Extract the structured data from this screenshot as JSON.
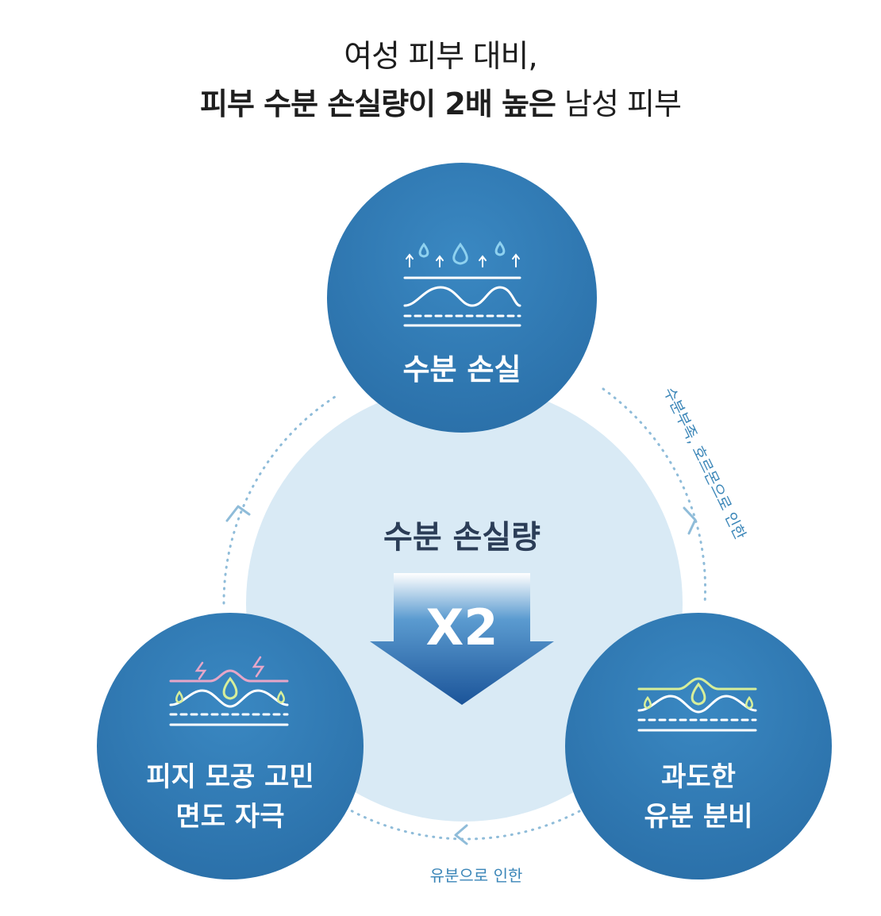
{
  "heading": {
    "line1": "여성 피부 대비,",
    "line2_bold": "피부 수분 손실량이 2배 높은",
    "line2_regular": " 남성 피부"
  },
  "center": {
    "title": "수분 손실량",
    "multiplier": "X2"
  },
  "nodes": {
    "top": {
      "label": "수분 손실",
      "icon": "water-evaporation-icon"
    },
    "right": {
      "line1": "과도한",
      "line2": "유분 분비",
      "icon": "oil-secretion-icon"
    },
    "left": {
      "line1": "피지 모공 고민",
      "line2": "면도 자극",
      "icon": "skin-irritation-icon"
    }
  },
  "cycle_labels": {
    "right": "수분부족, 호르몬으로 인한",
    "bottom": "유분으로 인한"
  },
  "colors": {
    "circle": "#2f79b3",
    "background_circle": "#d9eaf5",
    "arrow_top": "#ffffff",
    "arrow_bottom": "#1c5a9c",
    "oil_line": "#d7ee9a",
    "irritation_line": "#e6a6c8",
    "accent": "#8ed1ef"
  }
}
